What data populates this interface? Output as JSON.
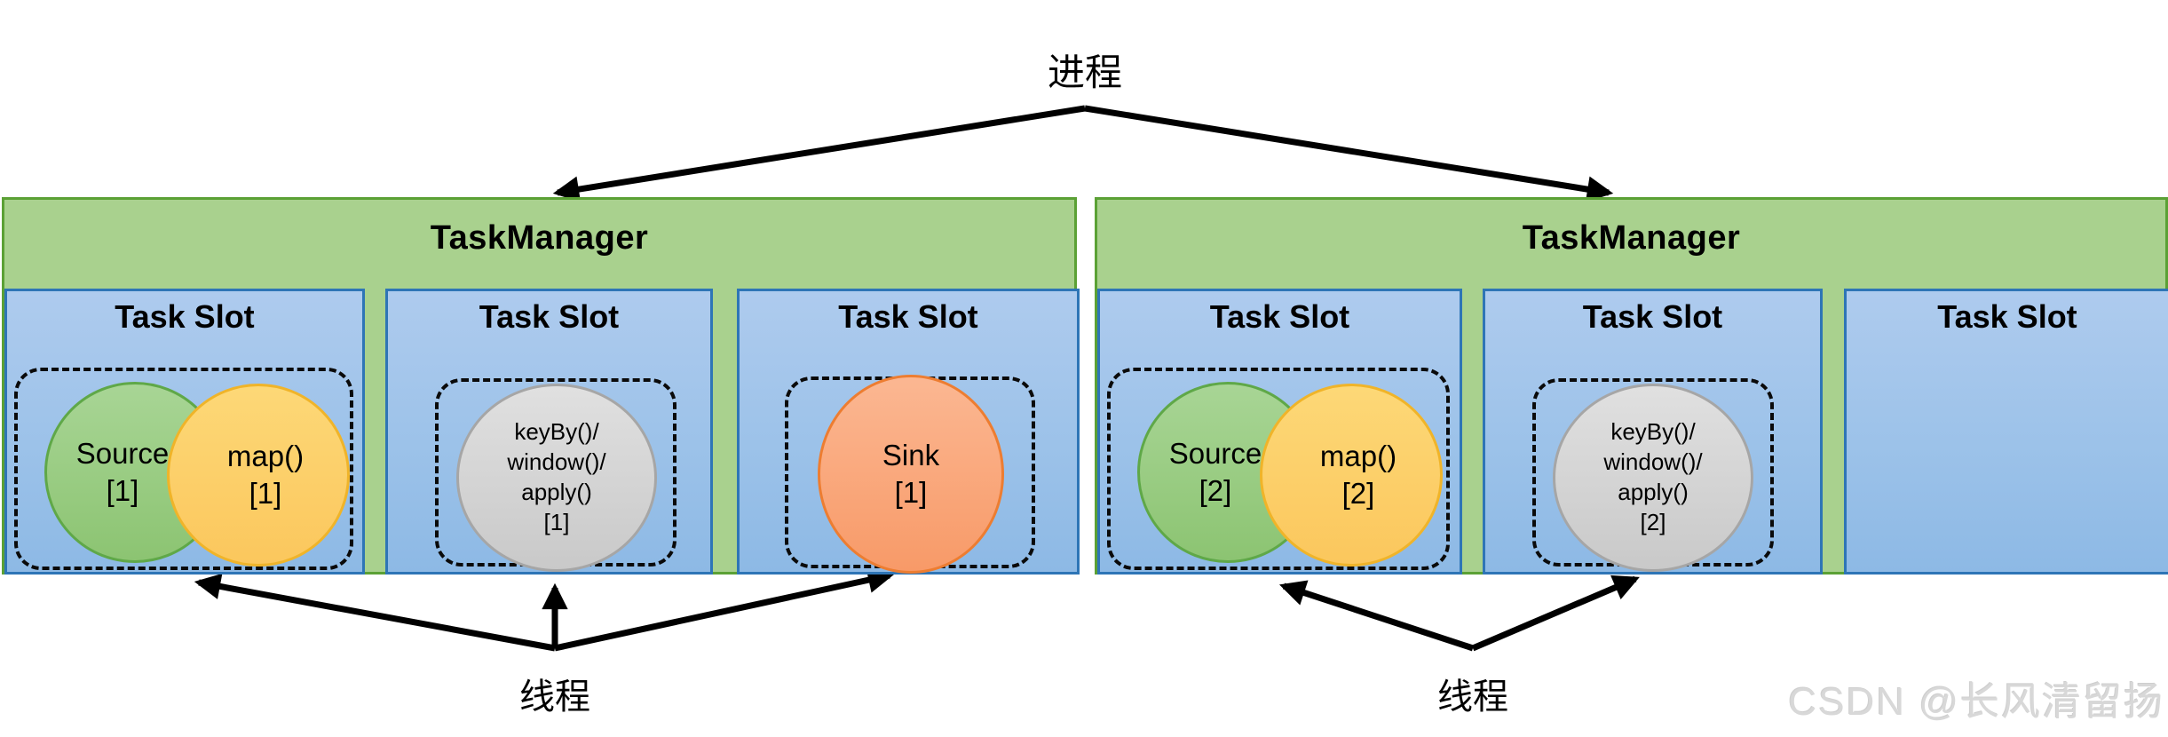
{
  "labels": {
    "process": "进程",
    "thread": "线程"
  },
  "watermark": "CSDN @长风清留扬",
  "colors": {
    "taskmanager_fill": "#a9d18e",
    "taskmanager_border": "#5ba135",
    "slot_fill": "#9cc2e9",
    "slot_border": "#2e75b6",
    "source_fill": "#8cc472",
    "source_border": "#5fa848",
    "map_fill": "#fbc75d",
    "map_border": "#f0b429",
    "keyby_fill": "#d9d9d9",
    "keyby_border": "#a6a6a6",
    "sink_fill": "#f89a68",
    "sink_border": "#ed7d31",
    "arrow": "#000000",
    "watermark_color": "#d8d8d8"
  },
  "task_managers": [
    {
      "title": "TaskManager",
      "slots": [
        {
          "title": "Task Slot",
          "tasks": [
            {
              "name": "source",
              "lines": [
                "Source",
                "[1]"
              ]
            },
            {
              "name": "map",
              "lines": [
                "map()",
                "[1]"
              ]
            }
          ]
        },
        {
          "title": "Task Slot",
          "tasks": [
            {
              "name": "keyby-window-apply",
              "lines": [
                "keyBy()/",
                "window()/",
                "apply()",
                "[1]"
              ]
            }
          ]
        },
        {
          "title": "Task Slot",
          "tasks": [
            {
              "name": "sink",
              "lines": [
                "Sink",
                "[1]"
              ]
            }
          ]
        }
      ]
    },
    {
      "title": "TaskManager",
      "slots": [
        {
          "title": "Task Slot",
          "tasks": [
            {
              "name": "source",
              "lines": [
                "Source",
                "[2]"
              ]
            },
            {
              "name": "map",
              "lines": [
                "map()",
                "[2]"
              ]
            }
          ]
        },
        {
          "title": "Task Slot",
          "tasks": [
            {
              "name": "keyby-window-apply",
              "lines": [
                "keyBy()/",
                "window()/",
                "apply()",
                "[2]"
              ]
            }
          ]
        },
        {
          "title": "Task Slot",
          "tasks": []
        }
      ]
    }
  ]
}
